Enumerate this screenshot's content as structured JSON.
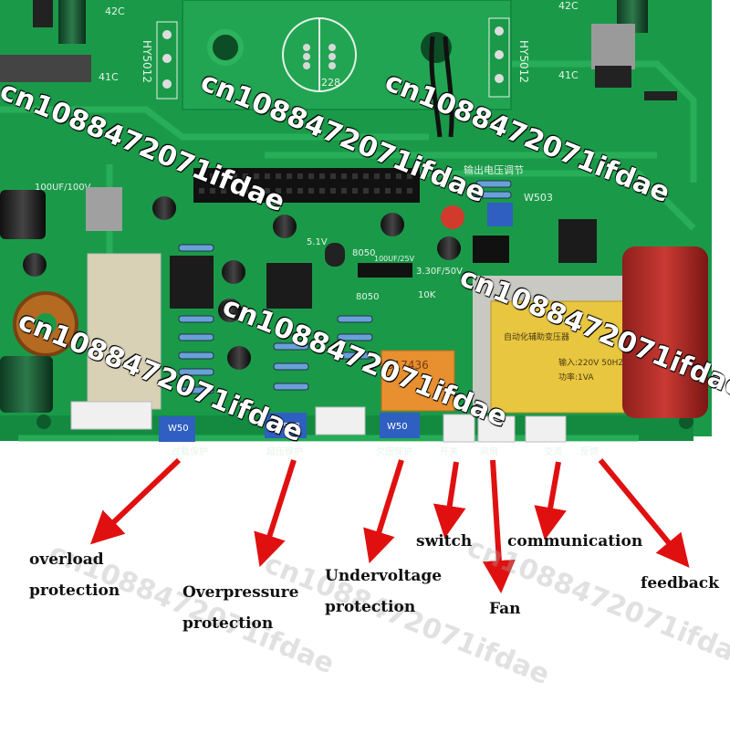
{
  "colors": {
    "board": "#1a9a49",
    "board_dark": "#0e7a36",
    "trace": "#2cb35c",
    "arrow": "#e01010",
    "capacitor_red": "#c0302a",
    "transformer_yellow": "#e8c640",
    "relay_orange": "#e89030",
    "trimpot_blue": "#2f5fc0"
  },
  "board": {
    "silkscreen": {
      "c42_top_left": "42C",
      "c41_left": "41C",
      "hy5012_left": "HY5012",
      "hy5012_right": "HY5012",
      "c42_top_right": "42C",
      "c41_right": "41C",
      "cap_228": "228",
      "output_voltage_adjust": "输出电压调节",
      "w503_top": "W503",
      "v51": "5.1V",
      "t8050_a": "8050",
      "t8050_b": "8050",
      "cap_100uf_25v": "100UF/25V",
      "cap_100uf_100v": "100UF/100V",
      "cap_33uf_50v": "3.30F/50V",
      "r10k": "10K",
      "relay_marking": "817436",
      "trim_w503_a": "W50",
      "trim_w503_b": "W503",
      "trim_w503_c": "W50",
      "sig_overload": "过载保护",
      "sig_overvoltage": "超压保护",
      "sig_undervoltage": "欠压保护",
      "sig_switch": "开关",
      "sig_fan": "风扇",
      "sig_ac": "交流",
      "sig_feedback": "反馈",
      "transformer_line1": "自动化辅助变压器",
      "transformer_line2": "输入:220V 50HZ",
      "transformer_line3": "功率:1VA"
    }
  },
  "callouts": [
    {
      "id": "overload",
      "label_lines": [
        "overload",
        "protection"
      ]
    },
    {
      "id": "overpressure",
      "label_lines": [
        "Overpressure",
        "protection"
      ]
    },
    {
      "id": "undervoltage",
      "label_lines": [
        "Undervoltage",
        "protection"
      ]
    },
    {
      "id": "switch",
      "label_lines": [
        "switch"
      ]
    },
    {
      "id": "fan",
      "label_lines": [
        "Fan"
      ]
    },
    {
      "id": "communication",
      "label_lines": [
        "communication"
      ]
    },
    {
      "id": "feedback",
      "label_lines": [
        "feedback"
      ]
    }
  ],
  "watermark": {
    "text": "cn1088472071ifdae"
  }
}
